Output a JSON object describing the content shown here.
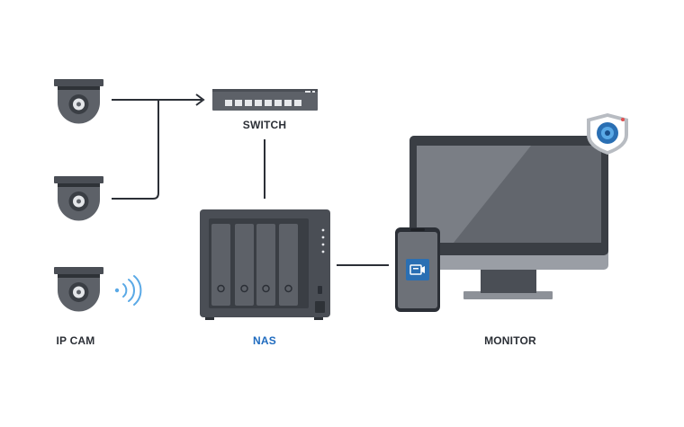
{
  "labels": {
    "switch": "SWITCH",
    "ipcam": "IP CAM",
    "nas": "NAS",
    "monitor": "MONITOR"
  },
  "colors": {
    "line": "#2b2f36",
    "label": "#2b2f36",
    "nas_label": "#1f6bbf",
    "device_dark": "#4a4e55",
    "device_mid": "#5d6168",
    "accent_blue": "#2a6fb3",
    "wifi": "#5aa9e6"
  },
  "icons": {
    "camera": "dome-camera-icon",
    "switch": "network-switch-icon",
    "nas": "nas-icon",
    "phone": "smartphone-icon",
    "monitor": "monitor-icon",
    "surveillance": "surveillance-badge-icon",
    "wireless": "wifi-signal-icon"
  }
}
